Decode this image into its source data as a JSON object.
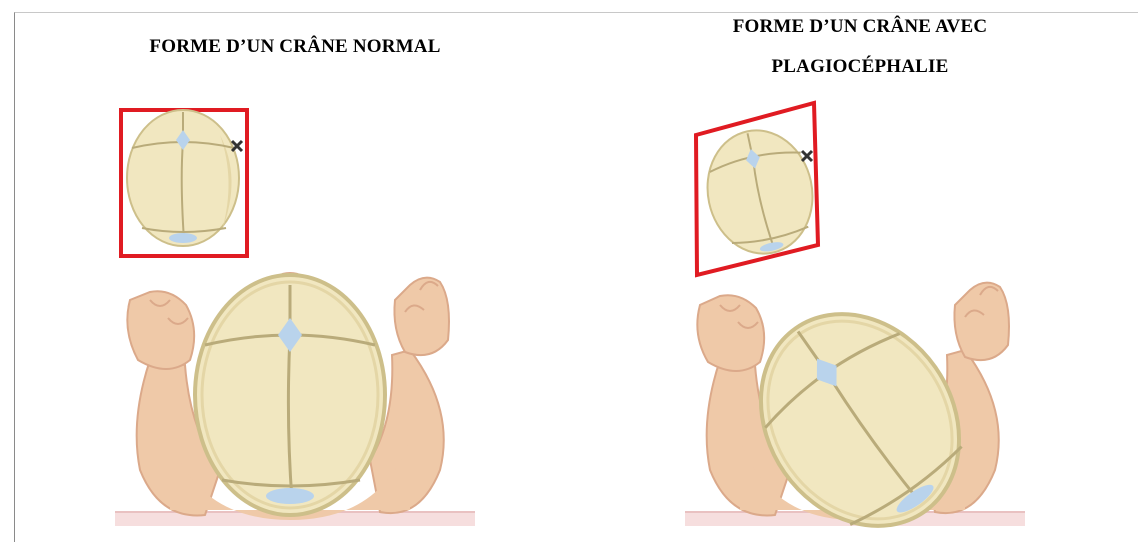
{
  "panels": [
    {
      "title_lines": [
        "FORME D’UN CRÂNE NORMAL"
      ]
    },
    {
      "title_lines": [
        "FORME D’UN CRÂNE AVEC",
        "PLAGIOCÉPHALIE"
      ]
    }
  ],
  "colors": {
    "skull_fill": "#f1e7c0",
    "skull_stroke": "#cdbf8a",
    "suture": "#b9ab7a",
    "fontanelle": "#b9d3ec",
    "skin": "#efc9a8",
    "skin_shadow": "#dba98a",
    "outline_box": "#e01b22",
    "mattress": "#f6dede",
    "mark": "#333333"
  }
}
